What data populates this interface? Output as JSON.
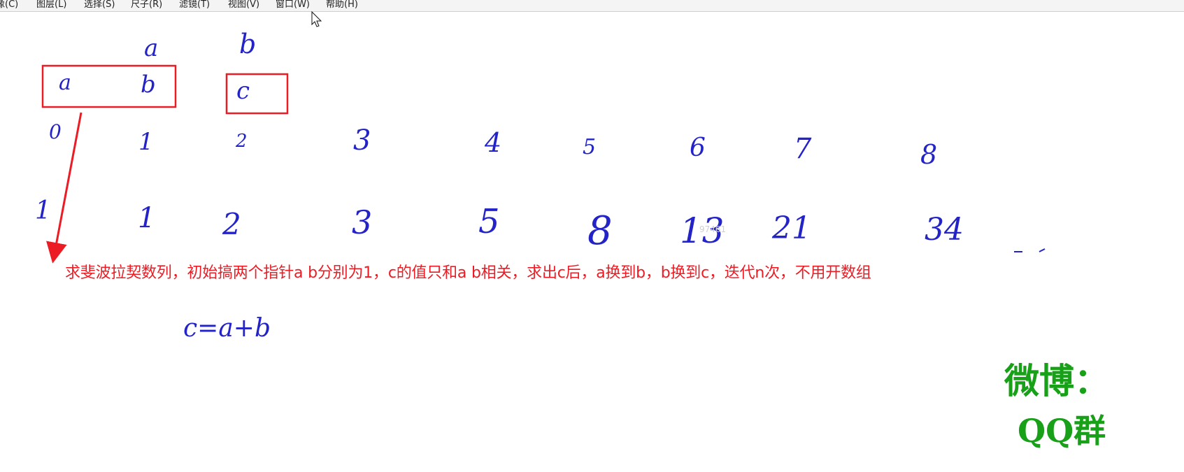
{
  "menu": {
    "items": [
      "像(C)",
      "图层(L)",
      "选择(S)",
      "尺子(R)",
      "滤镜(T)",
      "视图(V)",
      "窗口(W)",
      "帮助(H)"
    ]
  },
  "board": {
    "label_a": "a",
    "label_b": "b",
    "box_a": "a",
    "box_b": "b",
    "box_c": "c",
    "indices": [
      "0",
      "1",
      "2",
      "3",
      "4",
      "5",
      "6",
      "7",
      "8"
    ],
    "values": [
      "1",
      "1",
      "2",
      "3",
      "5",
      "8",
      "13",
      "21",
      "34"
    ],
    "formula": "c=a+b",
    "note": "求斐波拉契数列，初始搞两个指针a b分别为1，c的值只和a b相关，求出c后，a换到b，b换到c，迭代n次，不用开数组",
    "watermark": "97461"
  },
  "promo": {
    "weibo": "微博：",
    "qq": "QQ群"
  },
  "colors": {
    "ink": "#2323c8",
    "red": "#ec1c24",
    "green": "#18a018"
  }
}
